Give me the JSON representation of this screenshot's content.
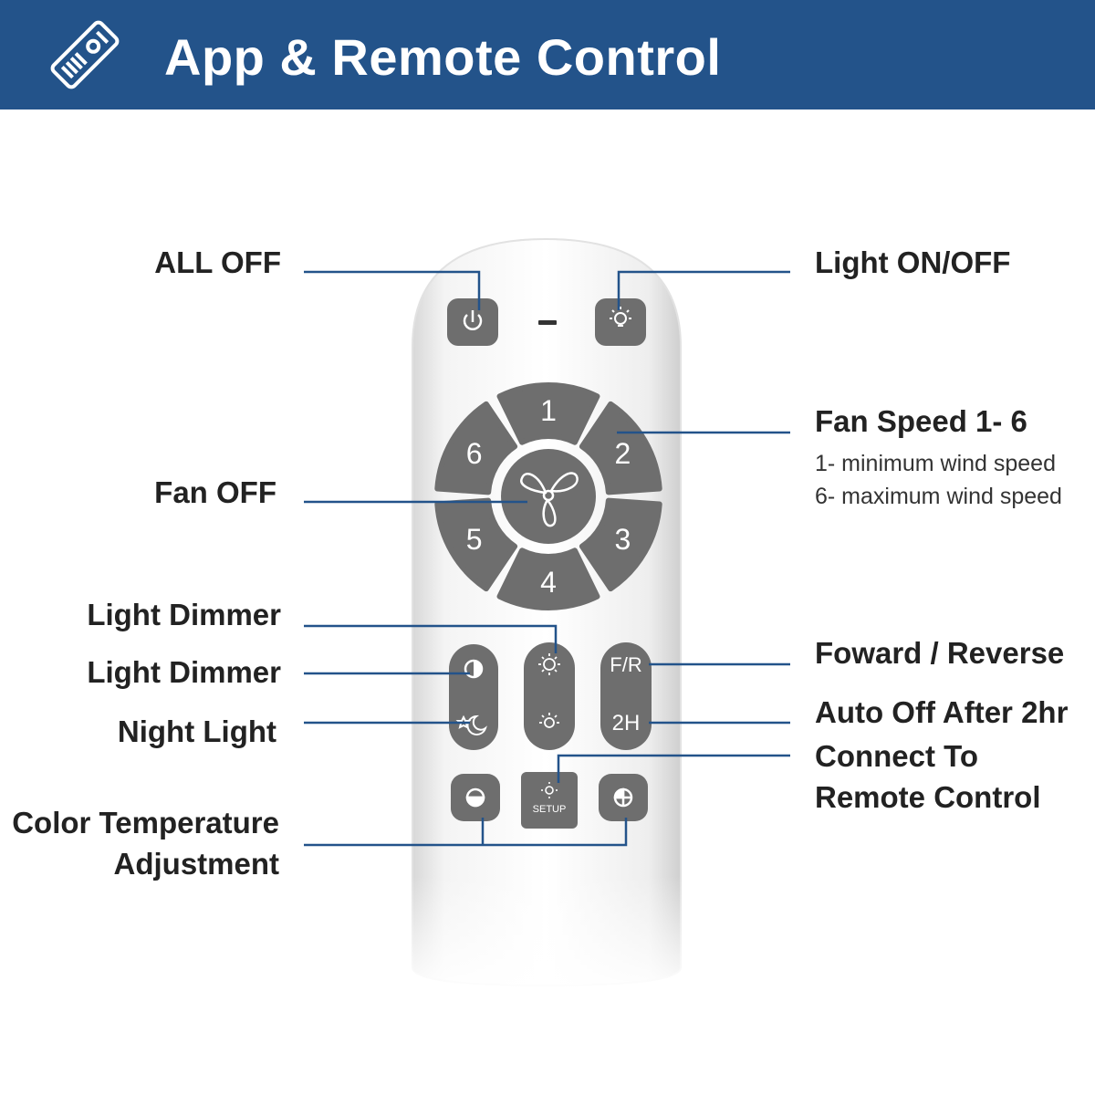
{
  "header": {
    "title": "App & Remote Control",
    "icon": "remote-control-icon",
    "background_color": "#23538a"
  },
  "labels": {
    "all_off": "ALL OFF",
    "light_on_off": "Light ON/OFF",
    "fan_speed_title": "Fan Speed 1- 6",
    "fan_speed_min": "1- minimum wind speed",
    "fan_speed_max": "6- maximum wind speed",
    "fan_off": "Fan OFF",
    "light_dimmer_1": "Light Dimmer",
    "light_dimmer_2": "Light Dimmer",
    "night_light": "Night Light",
    "forward_reverse": "Foward / Reverse",
    "auto_off": "Auto Off After 2hr",
    "connect_line1": "Connect To",
    "connect_line2": "Remote Control",
    "color_temp_line1": "Color Temperature",
    "color_temp_line2": "Adjustment"
  },
  "remote": {
    "speed_buttons": [
      "1",
      "2",
      "3",
      "4",
      "5",
      "6"
    ],
    "fr_label": "F/R",
    "timer_label": "2H",
    "setup_label": "SETUP",
    "button_color": "#6e6e6e",
    "line_color": "#23538a"
  }
}
